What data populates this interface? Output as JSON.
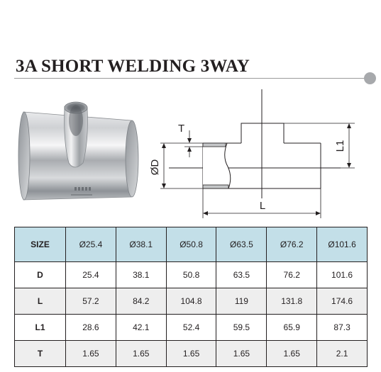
{
  "page": {
    "title": "3A SHORT WELDING 3WAY"
  },
  "drawing": {
    "labels": {
      "t": "T",
      "d": "ØD",
      "l": "L",
      "l1": "L1"
    }
  },
  "table": {
    "columns": [
      "SIZE",
      "Ø25.4",
      "Ø38.1",
      "Ø50.8",
      "Ø63.5",
      "Ø76.2",
      "Ø101.6"
    ],
    "rows": [
      {
        "label": "D",
        "values": [
          "25.4",
          "38.1",
          "50.8",
          "63.5",
          "76.2",
          "101.6"
        ]
      },
      {
        "label": "L",
        "values": [
          "57.2",
          "84.2",
          "104.8",
          "119",
          "131.8",
          "174.6"
        ]
      },
      {
        "label": "L1",
        "values": [
          "28.6",
          "42.1",
          "52.4",
          "59.5",
          "65.9",
          "87.3"
        ]
      },
      {
        "label": "T",
        "values": [
          "1.65",
          "1.65",
          "1.65",
          "1.65",
          "1.65",
          "2.1"
        ]
      }
    ]
  },
  "colors": {
    "header_bg": "#c3dfe8",
    "shaded_row_bg": "#eeeeee",
    "accent_dot": "#a7a9ac"
  }
}
